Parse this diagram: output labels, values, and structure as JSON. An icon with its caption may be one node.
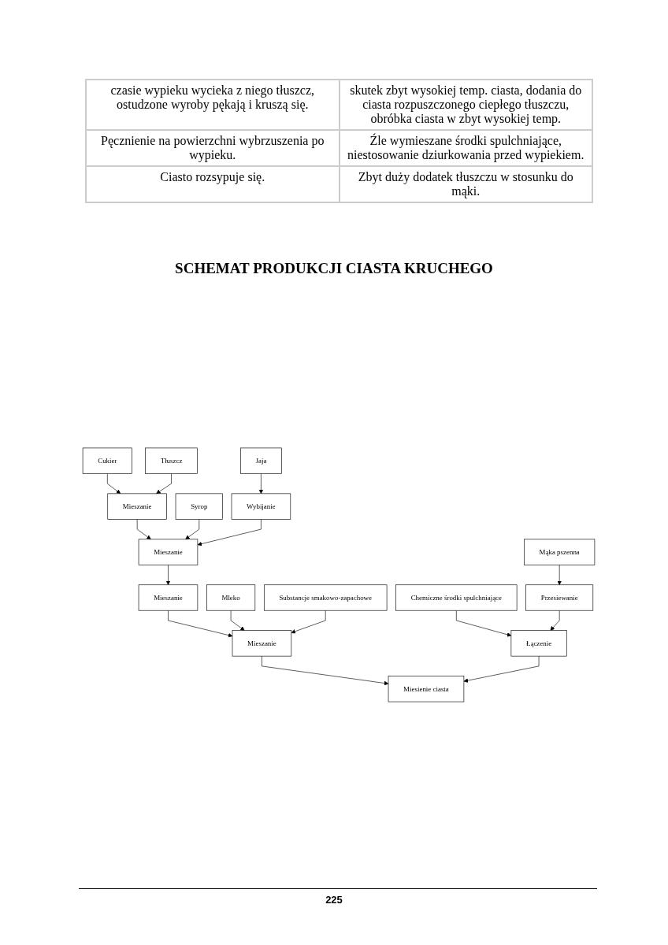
{
  "diagram": {
    "title": "SCHEMAT PRODUKCJI CIASTA KRUCHEGO",
    "nodes": [
      {
        "text": [
          "Chemiczne środki spulchniające"
        ]
      },
      {
        "text": [
          "Mąka pszenna"
        ]
      },
      {
        "text": [
          "Cukier"
        ]
      },
      {
        "text": [
          "Tłuszcz"
        ]
      },
      {
        "text": [
          "Syrop"
        ]
      },
      {
        "text": [
          "Jaja"
        ]
      },
      {
        "text": [
          "Mleko"
        ]
      },
      {
        "text": [
          "Substancje smakowo-zapachowe"
        ]
      },
      {
        "text": [
          "Przesiewanie"
        ]
      },
      {
        "text": [
          "Mieszanie"
        ]
      },
      {
        "text": [
          "Wybijanie"
        ]
      },
      {
        "text": [
          "Łączenie"
        ]
      },
      {
        "text": [
          "Mieszanie"
        ]
      },
      {
        "text": [
          "Mieszanie"
        ]
      },
      {
        "text": [
          "Mieszanie"
        ]
      },
      {
        "text": [
          "Miesienie ciasta"
        ]
      }
    ],
    "edges": [
      {
        "from": 1,
        "to": 8,
        "arrow": "to"
      },
      {
        "from": 2,
        "to": 9,
        "arrow": "to"
      },
      {
        "from": 3,
        "to": 9,
        "arrow": "to"
      },
      {
        "from": 5,
        "to": 10,
        "arrow": "to"
      },
      {
        "from": 0,
        "to": 11,
        "arrow": "to"
      },
      {
        "from": 8,
        "to": 11,
        "arrow": "to"
      },
      {
        "from": 9,
        "to": 12,
        "arrow": "to"
      },
      {
        "from": 4,
        "to": 12,
        "arrow": "to"
      },
      {
        "from": 10,
        "to": 12,
        "arrow": "to"
      },
      {
        "from": 12,
        "to": 13,
        "arrow": "to"
      },
      {
        "from": 13,
        "to": 14,
        "arrow": "to"
      },
      {
        "from": 6,
        "to": 14,
        "arrow": "to"
      },
      {
        "from": 7,
        "to": 14,
        "arrow": "to"
      },
      {
        "from": 14,
        "to": 15,
        "arrow": "to"
      },
      {
        "from": 11,
        "to": 15,
        "arrow": "to"
      }
    ],
    "labels": [
      "czasie wypieku wycieka z niego tłuszcz, ostudzone wyroby pękają i kruszą się.",
      "skutek zbyt wysokiej temp. ciasta, dodania do ciasta rozpuszczonego ciepłego tłuszczu, obróbka ciasta w zbyt wysokiej temp.",
      "Pęcznienie na powierzchni wybrzuszenia po wypieku.",
      "Źle wymieszane środki spulchniające, niestosowanie dziurkowania przed wypiekiem.",
      "Ciasto rozsypuje się.",
      "Zbyt duży dodatek tłuszczu w stosunku do mąki.",
      "225"
    ]
  }
}
